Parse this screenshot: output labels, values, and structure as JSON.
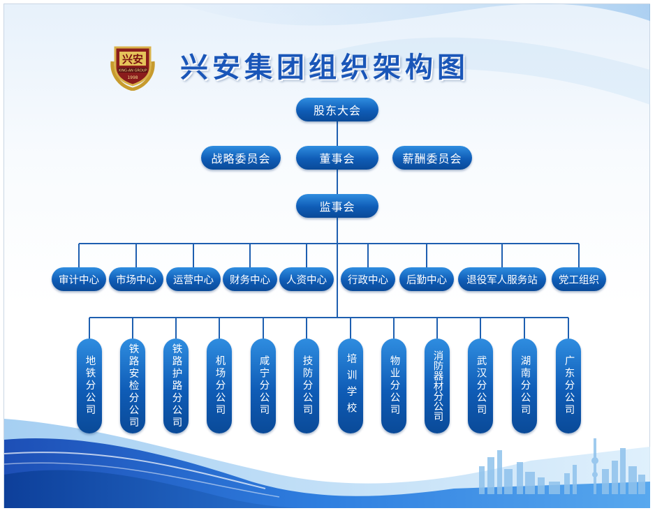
{
  "title": "兴安集团组织架构图",
  "logo": {
    "mark": "兴安",
    "text": "XING-AN GROUP",
    "year": "1998"
  },
  "top": {
    "shareholders": "股东大会",
    "board": "董事会",
    "strategy": "战略委员会",
    "salary": "薪酬委员会",
    "supervisors": "监事会"
  },
  "centers": [
    "审计中心",
    "市场中心",
    "运营中心",
    "财务中心",
    "人资中心",
    "行政中心",
    "后勤中心",
    "退役军人服务站",
    "党工组织"
  ],
  "branches": [
    "地铁分公司",
    "铁路安检分公司",
    "铁路护路分公司",
    "机场分公司",
    "咸宁分公司",
    "技防分公司",
    "培训学校",
    "物业分公司",
    "消防器材分公司",
    "武汉分公司",
    "湖南分公司",
    "广东分公司"
  ],
  "colors": {
    "node": "#0f5cb6",
    "line": "#1e5fb0",
    "title": "#1a56b8",
    "gold": "#c79b2e"
  }
}
